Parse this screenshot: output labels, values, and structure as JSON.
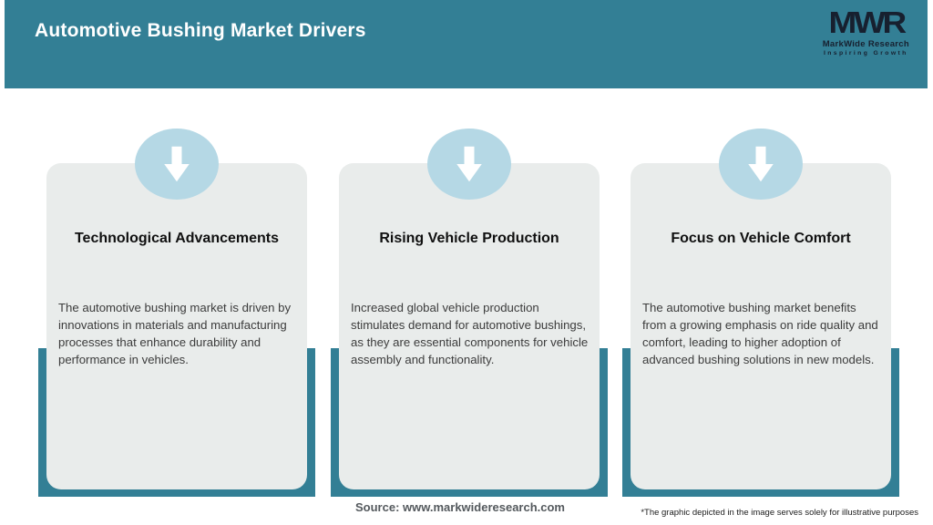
{
  "header": {
    "title": "Automotive Bushing Market Drivers"
  },
  "logo": {
    "monogram": "MWR",
    "name": "MarkWide Research",
    "tagline": "Inspiring Growth"
  },
  "cards": [
    {
      "icon": "down-arrow-icon",
      "title": "Technological Advancements",
      "description": "The automotive bushing market is driven by innovations in materials and manufacturing processes that enhance durability and performance in vehicles."
    },
    {
      "icon": "down-arrow-icon",
      "title": "Rising Vehicle Production",
      "description": "Increased global vehicle production stimulates demand for automotive bushings, as they are essential components for vehicle assembly and functionality."
    },
    {
      "icon": "down-arrow-icon",
      "title": "Focus on Vehicle Comfort",
      "description": "The automotive bushing market benefits from a growing emphasis on ride quality and comfort, leading to higher adoption of advanced bushing solutions in new models."
    }
  ],
  "footer": {
    "source": "Source: www.markwideresearch.com",
    "disclaimer": "*The graphic depicted in the image serves solely for illustrative purposes"
  },
  "colors": {
    "teal": "#337f95",
    "card_background": "#e9eceb",
    "icon_circle_blue": "#b5d8e5",
    "title_text": "#101010",
    "body_text": "#3c3c3c",
    "logo_navy": "#17202f"
  }
}
